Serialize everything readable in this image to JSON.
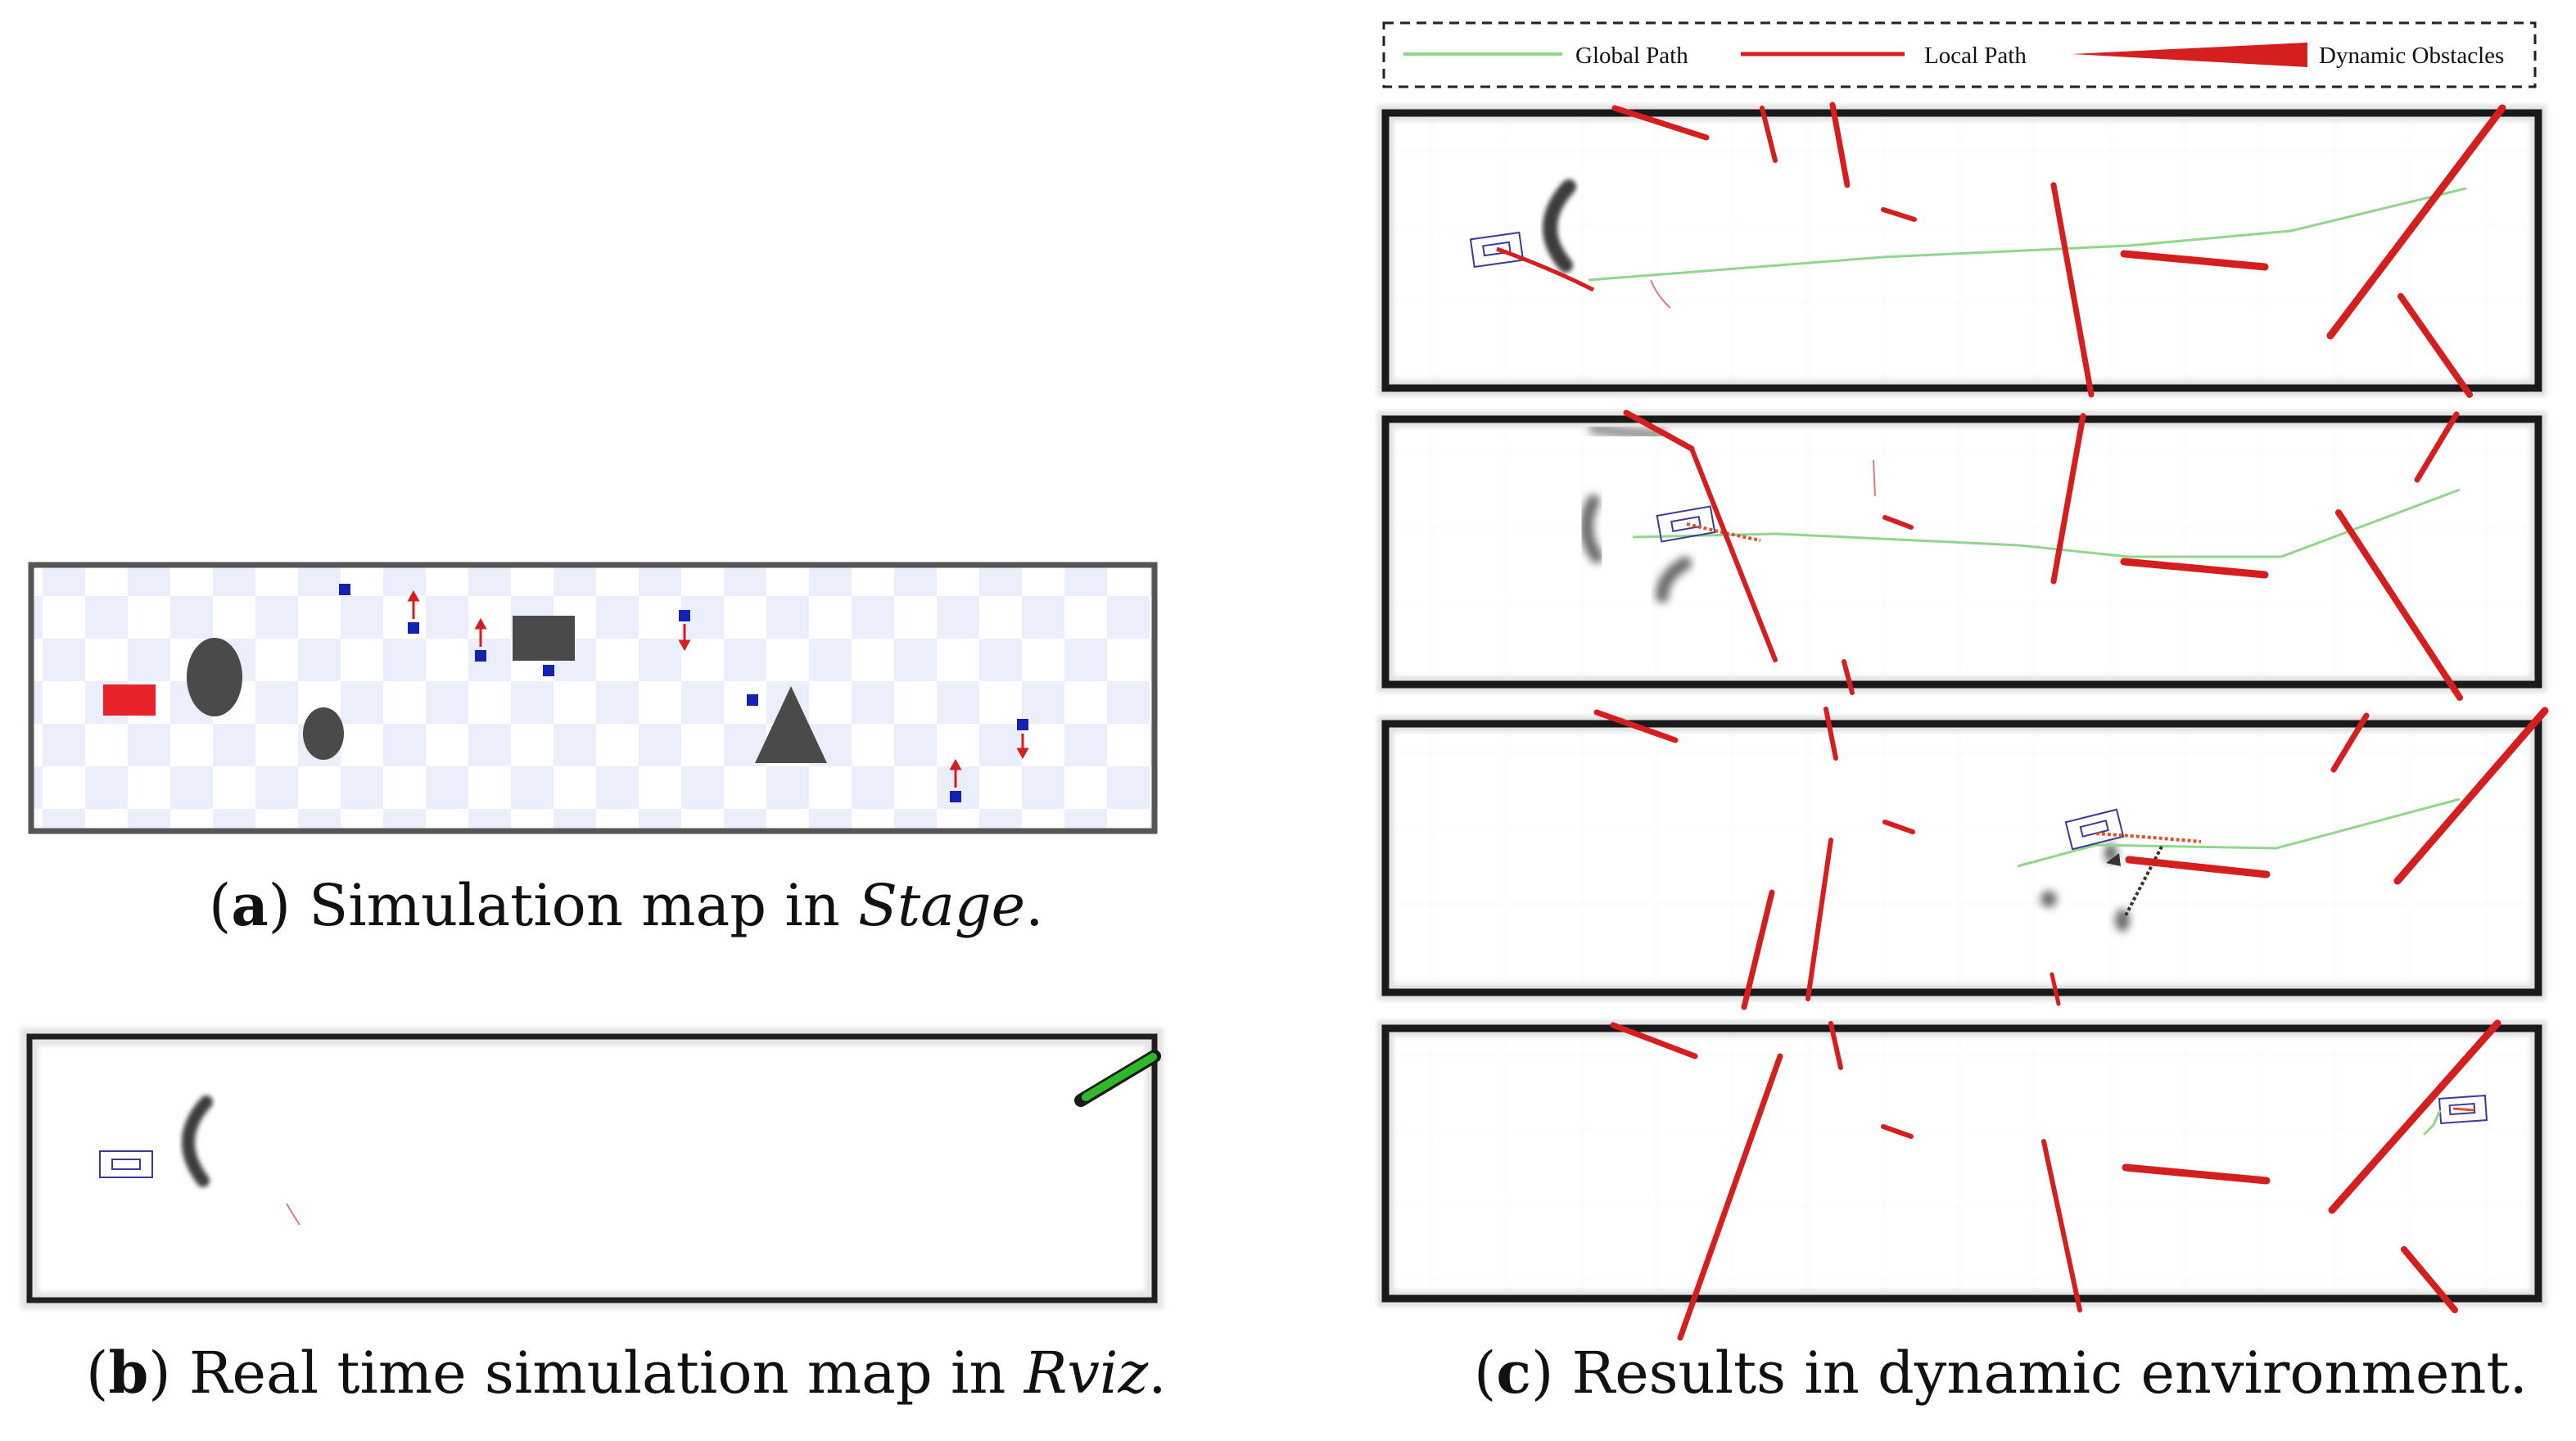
{
  "captions": {
    "a": {
      "label": "a",
      "text": " Simulation map in ",
      "italic": "Stage",
      "end": "."
    },
    "b": {
      "label": "b",
      "text": " Real time simulation map in ",
      "italic": "Rviz",
      "end": "."
    },
    "c": {
      "label": "c",
      "text": " Results in dynamic environment.",
      "italic": "",
      "end": ""
    }
  },
  "legend": {
    "global_path": "Global Path",
    "local_path": "Local Path",
    "dynamic_obstacles": "Dynamic Obstacles"
  },
  "colors": {
    "global_path": "#8fd88a",
    "local_path": "#d51f1f",
    "dynamic_obstacles": "#d51f1f",
    "robot_start": "#e8232c",
    "moving_marker": "#1422b0",
    "obstacle": "#4a4a4a",
    "goal_marker": "#2fb82a",
    "robot_footprint": "#3a3a9a"
  },
  "icons": {
    "arrow": "vertical-double-arrow",
    "robot": "rectangle-footprint"
  }
}
